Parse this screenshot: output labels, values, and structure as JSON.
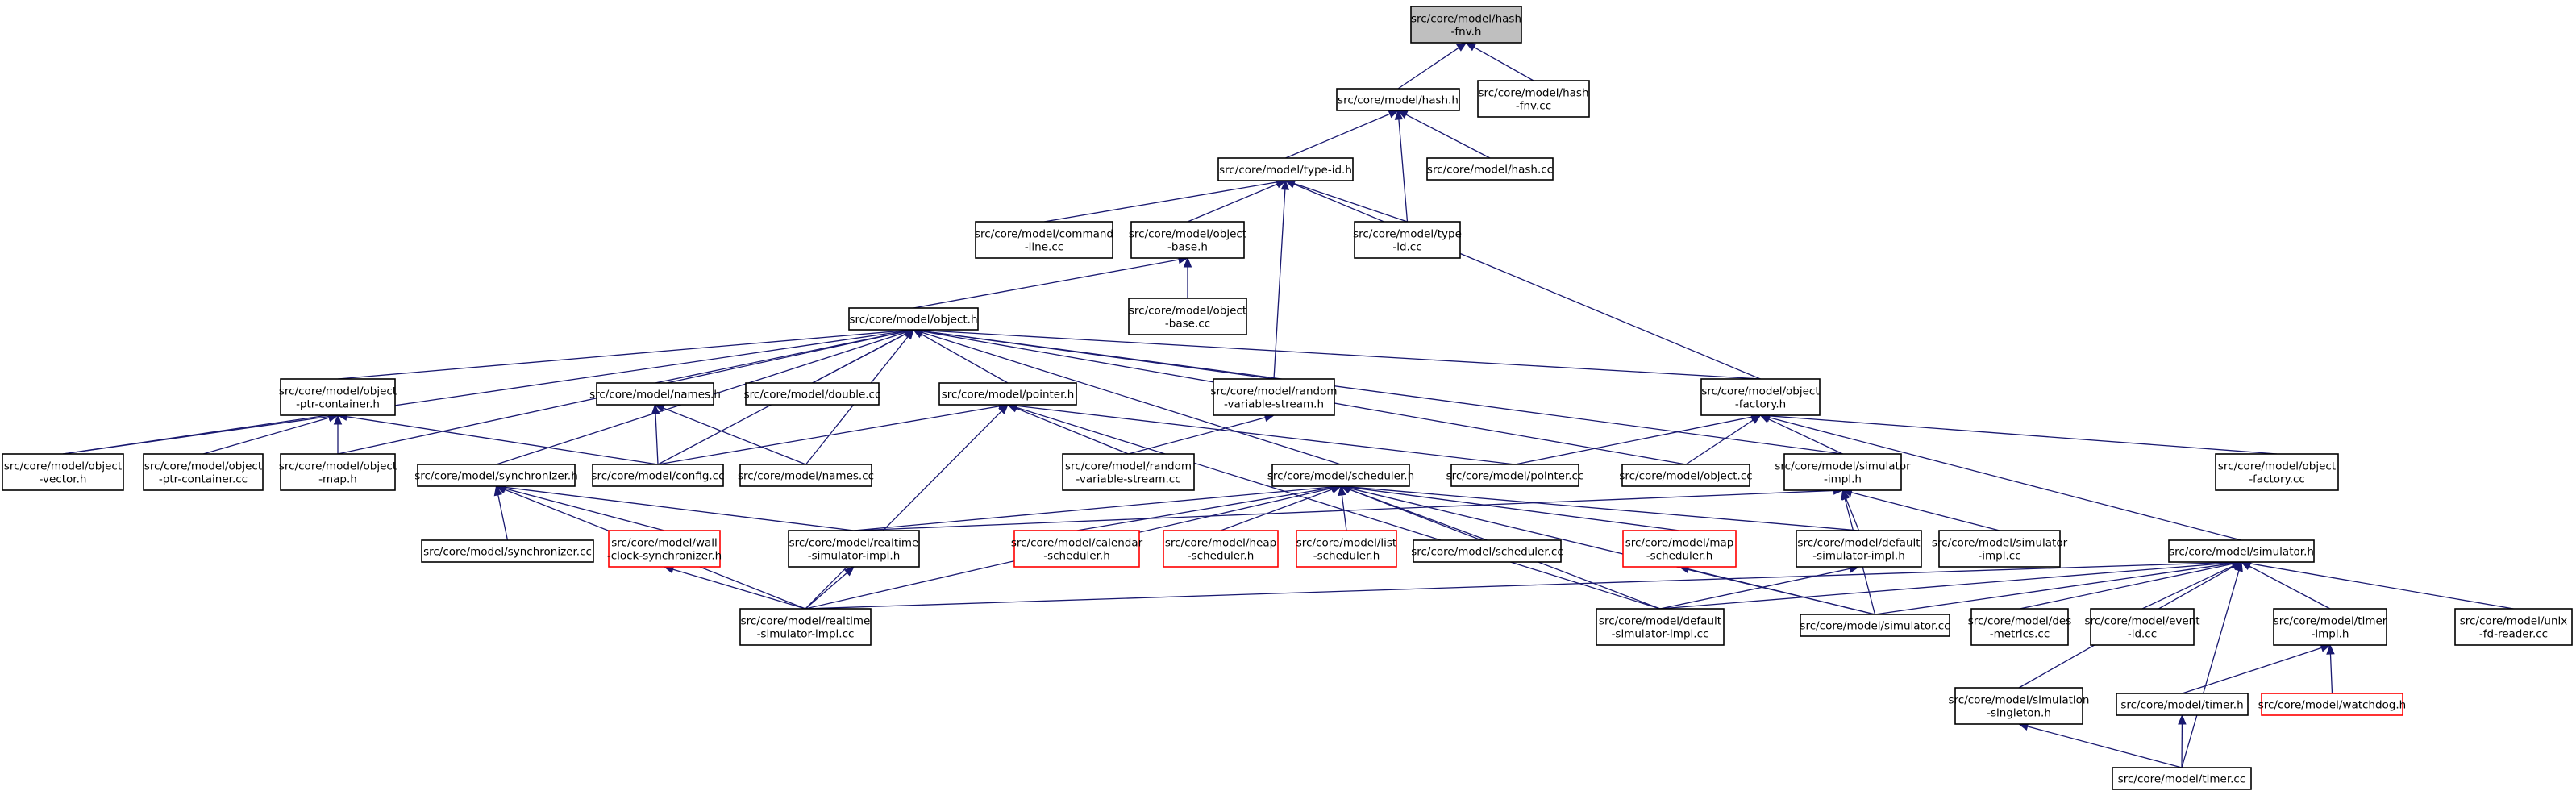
{
  "graph": {
    "title": "",
    "colors": {
      "edge": "#191970",
      "root_fill": "#bfbfbf",
      "missing_border": "#ff0000",
      "box_border": "#000000"
    },
    "nodes": {
      "hash_fnv_h": {
        "lines": [
          "src/core/model/hash",
          "-fnv.h"
        ],
        "style": "root"
      },
      "hash_h": {
        "lines": [
          "src/core/model/hash.h"
        ]
      },
      "hash_fnv_cc": {
        "lines": [
          "src/core/model/hash",
          "-fnv.cc"
        ]
      },
      "type_id_h": {
        "lines": [
          "src/core/model/type-id.h"
        ]
      },
      "hash_cc": {
        "lines": [
          "src/core/model/hash.cc"
        ]
      },
      "command_line_cc": {
        "lines": [
          "src/core/model/command",
          "-line.cc"
        ]
      },
      "object_base_h": {
        "lines": [
          "src/core/model/object",
          "-base.h"
        ]
      },
      "type_id_cc": {
        "lines": [
          "src/core/model/type",
          "-id.cc"
        ]
      },
      "object_base_cc": {
        "lines": [
          "src/core/model/object",
          "-base.cc"
        ]
      },
      "object_h": {
        "lines": [
          "src/core/model/object.h"
        ]
      },
      "object_ptr_container_h": {
        "lines": [
          "src/core/model/object",
          "-ptr-container.h"
        ]
      },
      "names_h": {
        "lines": [
          "src/core/model/names.h"
        ]
      },
      "double_cc": {
        "lines": [
          "src/core/model/double.cc"
        ]
      },
      "pointer_h": {
        "lines": [
          "src/core/model/pointer.h"
        ]
      },
      "random_variable_stream_h": {
        "lines": [
          "src/core/model/random",
          "-variable-stream.h"
        ]
      },
      "object_factory_h": {
        "lines": [
          "src/core/model/object",
          "-factory.h"
        ]
      },
      "object_vector_h": {
        "lines": [
          "src/core/model/object",
          "-vector.h"
        ]
      },
      "object_ptr_container_cc": {
        "lines": [
          "src/core/model/object",
          "-ptr-container.cc"
        ]
      },
      "object_map_h": {
        "lines": [
          "src/core/model/object",
          "-map.h"
        ]
      },
      "synchronizer_h": {
        "lines": [
          "src/core/model/synchronizer.h"
        ]
      },
      "config_cc": {
        "lines": [
          "src/core/model/config.cc"
        ]
      },
      "names_cc": {
        "lines": [
          "src/core/model/names.cc"
        ]
      },
      "random_variable_stream_cc": {
        "lines": [
          "src/core/model/random",
          "-variable-stream.cc"
        ]
      },
      "pointer_cc": {
        "lines": [
          "src/core/model/pointer.cc"
        ]
      },
      "object_cc": {
        "lines": [
          "src/core/model/object.cc"
        ]
      },
      "simulator_impl_h": {
        "lines": [
          "src/core/model/simulator",
          "-impl.h"
        ]
      },
      "object_factory_cc": {
        "lines": [
          "src/core/model/object",
          "-factory.cc"
        ]
      },
      "scheduler_h": {
        "lines": [
          "src/core/model/scheduler.h"
        ]
      },
      "synchronizer_cc": {
        "lines": [
          "src/core/model/synchronizer.cc"
        ]
      },
      "wall_clock_synchronizer_h": {
        "lines": [
          "src/core/model/wall",
          "-clock-synchronizer.h"
        ],
        "style": "missing"
      },
      "realtime_simulator_impl_h": {
        "lines": [
          "src/core/model/realtime",
          "-simulator-impl.h"
        ]
      },
      "calendar_scheduler_h": {
        "lines": [
          "src/core/model/calendar",
          "-scheduler.h"
        ],
        "style": "missing"
      },
      "heap_scheduler_h": {
        "lines": [
          "src/core/model/heap",
          "-scheduler.h"
        ],
        "style": "missing"
      },
      "list_scheduler_h": {
        "lines": [
          "src/core/model/list",
          "-scheduler.h"
        ],
        "style": "missing"
      },
      "scheduler_cc": {
        "lines": [
          "src/core/model/scheduler.cc"
        ]
      },
      "map_scheduler_h": {
        "lines": [
          "src/core/model/map",
          "-scheduler.h"
        ],
        "style": "missing"
      },
      "default_simulator_impl_h": {
        "lines": [
          "src/core/model/default",
          "-simulator-impl.h"
        ]
      },
      "simulator_impl_cc": {
        "lines": [
          "src/core/model/simulator",
          "-impl.cc"
        ]
      },
      "simulator_h": {
        "lines": [
          "src/core/model/simulator.h"
        ]
      },
      "realtime_simulator_impl_cc": {
        "lines": [
          "src/core/model/realtime",
          "-simulator-impl.cc"
        ]
      },
      "default_simulator_impl_cc": {
        "lines": [
          "src/core/model/default",
          "-simulator-impl.cc"
        ]
      },
      "simulator_cc": {
        "lines": [
          "src/core/model/simulator.cc"
        ]
      },
      "des_metrics_cc": {
        "lines": [
          "src/core/model/des",
          "-metrics.cc"
        ]
      },
      "event_id_cc": {
        "lines": [
          "src/core/model/event",
          "-id.cc"
        ]
      },
      "timer_impl_h": {
        "lines": [
          "src/core/model/timer",
          "-impl.h"
        ]
      },
      "unix_fd_reader_cc": {
        "lines": [
          "src/core/model/unix",
          "-fd-reader.cc"
        ]
      },
      "simulation_singleton_h": {
        "lines": [
          "src/core/model/simulation",
          "-singleton.h"
        ]
      },
      "timer_h": {
        "lines": [
          "src/core/model/timer.h"
        ]
      },
      "watchdog_h": {
        "lines": [
          "src/core/model/watchdog.h"
        ],
        "style": "missing"
      },
      "timer_cc": {
        "lines": [
          "src/core/model/timer.cc"
        ]
      }
    },
    "edges": [
      [
        "hash_h",
        "hash_fnv_h"
      ],
      [
        "hash_fnv_cc",
        "hash_fnv_h"
      ],
      [
        "type_id_h",
        "hash_h"
      ],
      [
        "hash_cc",
        "hash_h"
      ],
      [
        "type_id_cc",
        "hash_h"
      ],
      [
        "command_line_cc",
        "type_id_h"
      ],
      [
        "object_base_h",
        "type_id_h"
      ],
      [
        "type_id_cc",
        "type_id_h"
      ],
      [
        "random_variable_stream_h",
        "type_id_h"
      ],
      [
        "object_factory_h",
        "type_id_h"
      ],
      [
        "object_base_cc",
        "object_base_h"
      ],
      [
        "object_h",
        "object_base_h"
      ],
      [
        "object_vector_h",
        "object_h"
      ],
      [
        "object_ptr_container_h",
        "object_h"
      ],
      [
        "object_map_h",
        "object_h"
      ],
      [
        "synchronizer_h",
        "object_h"
      ],
      [
        "config_cc",
        "object_h"
      ],
      [
        "names_h",
        "object_h"
      ],
      [
        "names_cc",
        "object_h"
      ],
      [
        "double_cc",
        "object_h"
      ],
      [
        "pointer_h",
        "object_h"
      ],
      [
        "random_variable_stream_h",
        "object_h"
      ],
      [
        "scheduler_h",
        "object_h"
      ],
      [
        "object_cc",
        "object_h"
      ],
      [
        "simulator_impl_h",
        "object_h"
      ],
      [
        "object_factory_h",
        "object_h"
      ],
      [
        "object_vector_h",
        "object_ptr_container_h"
      ],
      [
        "object_ptr_container_cc",
        "object_ptr_container_h"
      ],
      [
        "object_map_h",
        "object_ptr_container_h"
      ],
      [
        "config_cc",
        "object_ptr_container_h"
      ],
      [
        "config_cc",
        "names_h"
      ],
      [
        "names_cc",
        "names_h"
      ],
      [
        "config_cc",
        "pointer_h"
      ],
      [
        "random_variable_stream_cc",
        "pointer_h"
      ],
      [
        "pointer_cc",
        "pointer_h"
      ],
      [
        "realtime_simulator_impl_cc",
        "pointer_h"
      ],
      [
        "default_simulator_impl_cc",
        "pointer_h"
      ],
      [
        "random_variable_stream_cc",
        "random_variable_stream_h"
      ],
      [
        "pointer_cc",
        "object_factory_h"
      ],
      [
        "object_cc",
        "object_factory_h"
      ],
      [
        "simulator_impl_h",
        "object_factory_h"
      ],
      [
        "object_factory_cc",
        "object_factory_h"
      ],
      [
        "simulator_h",
        "object_factory_h"
      ],
      [
        "synchronizer_cc",
        "synchronizer_h"
      ],
      [
        "wall_clock_synchronizer_h",
        "synchronizer_h"
      ],
      [
        "realtime_simulator_impl_h",
        "synchronizer_h"
      ],
      [
        "realtime_simulator_impl_cc",
        "synchronizer_h"
      ],
      [
        "realtime_simulator_impl_cc",
        "wall_clock_synchronizer_h"
      ],
      [
        "realtime_simulator_impl_h",
        "scheduler_h"
      ],
      [
        "realtime_simulator_impl_cc",
        "scheduler_h"
      ],
      [
        "calendar_scheduler_h",
        "scheduler_h"
      ],
      [
        "heap_scheduler_h",
        "scheduler_h"
      ],
      [
        "list_scheduler_h",
        "scheduler_h"
      ],
      [
        "scheduler_cc",
        "scheduler_h"
      ],
      [
        "map_scheduler_h",
        "scheduler_h"
      ],
      [
        "default_simulator_impl_h",
        "scheduler_h"
      ],
      [
        "default_simulator_impl_cc",
        "scheduler_h"
      ],
      [
        "simulator_cc",
        "scheduler_h"
      ],
      [
        "realtime_simulator_impl_h",
        "simulator_impl_h"
      ],
      [
        "default_simulator_impl_h",
        "simulator_impl_h"
      ],
      [
        "simulator_impl_cc",
        "simulator_impl_h"
      ],
      [
        "simulator_cc",
        "simulator_impl_h"
      ],
      [
        "realtime_simulator_impl_cc",
        "realtime_simulator_impl_h"
      ],
      [
        "simulator_cc",
        "map_scheduler_h"
      ],
      [
        "default_simulator_impl_cc",
        "default_simulator_impl_h"
      ],
      [
        "realtime_simulator_impl_cc",
        "simulator_h"
      ],
      [
        "default_simulator_impl_cc",
        "simulator_h"
      ],
      [
        "simulator_cc",
        "simulator_h"
      ],
      [
        "des_metrics_cc",
        "simulator_h"
      ],
      [
        "event_id_cc",
        "simulator_h"
      ],
      [
        "timer_impl_h",
        "simulator_h"
      ],
      [
        "unix_fd_reader_cc",
        "simulator_h"
      ],
      [
        "simulation_singleton_h",
        "simulator_h"
      ],
      [
        "timer_cc",
        "simulator_h"
      ],
      [
        "timer_h",
        "timer_impl_h"
      ],
      [
        "watchdog_h",
        "timer_impl_h"
      ],
      [
        "timer_cc",
        "simulation_singleton_h"
      ],
      [
        "timer_cc",
        "timer_h"
      ]
    ]
  }
}
